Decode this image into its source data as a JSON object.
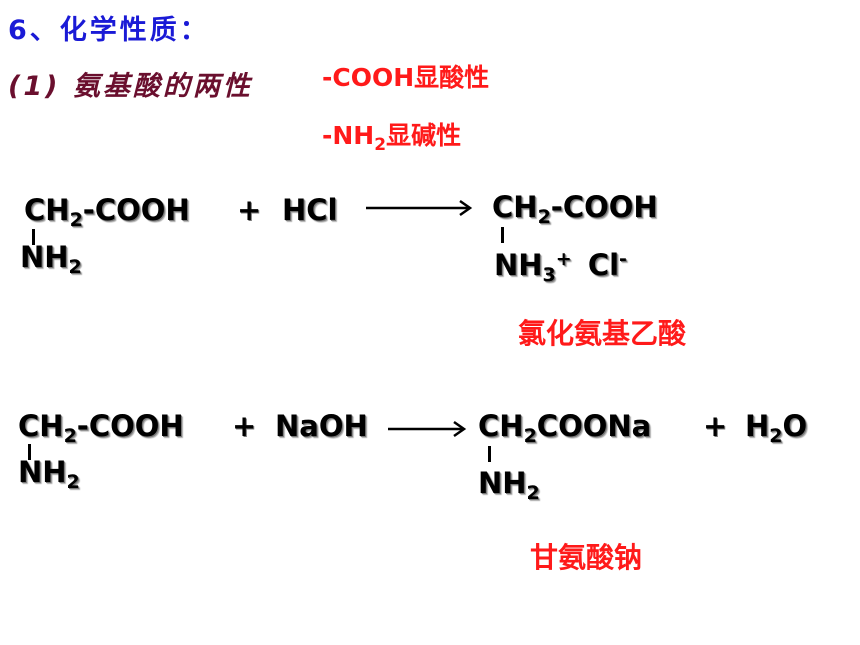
{
  "heading": "6、化学性质：",
  "subheading": {
    "number": "(1)",
    "text": "氨基酸的两性"
  },
  "properties": {
    "cooh": "-COOH显酸性",
    "nh2_prefix": "-NH",
    "nh2_sub": "2",
    "nh2_suffix": "显碱性"
  },
  "reaction1": {
    "reactant_ch": "CH",
    "reactant_ch_sub": "2",
    "reactant_rest": "-COOH",
    "plus": "+",
    "reagent": "HCl",
    "reactant_nh": "NH",
    "reactant_nh_sub": "2",
    "product_ch": "CH",
    "product_ch_sub": "2",
    "product_rest": "-COOH",
    "product_nh": "NH",
    "product_nh_sub": "3",
    "product_nh_sup": "+",
    "product_cl": "Cl",
    "product_cl_sup": "-",
    "product_name": "氯化氨基乙酸"
  },
  "reaction2": {
    "reactant_ch": "CH",
    "reactant_ch_sub": "2",
    "reactant_rest": "-COOH",
    "plus": "+",
    "reagent": "NaOH",
    "reactant_nh": "NH",
    "reactant_nh_sub": "2",
    "product_ch": "CH",
    "product_ch_sub": "2",
    "product_rest": "COONa",
    "plus2": "+",
    "water_h": "H",
    "water_sub": "2",
    "water_o": "O",
    "product_nh": "NH",
    "product_nh_sub": "2",
    "product_name": "甘氨酸钠"
  }
}
